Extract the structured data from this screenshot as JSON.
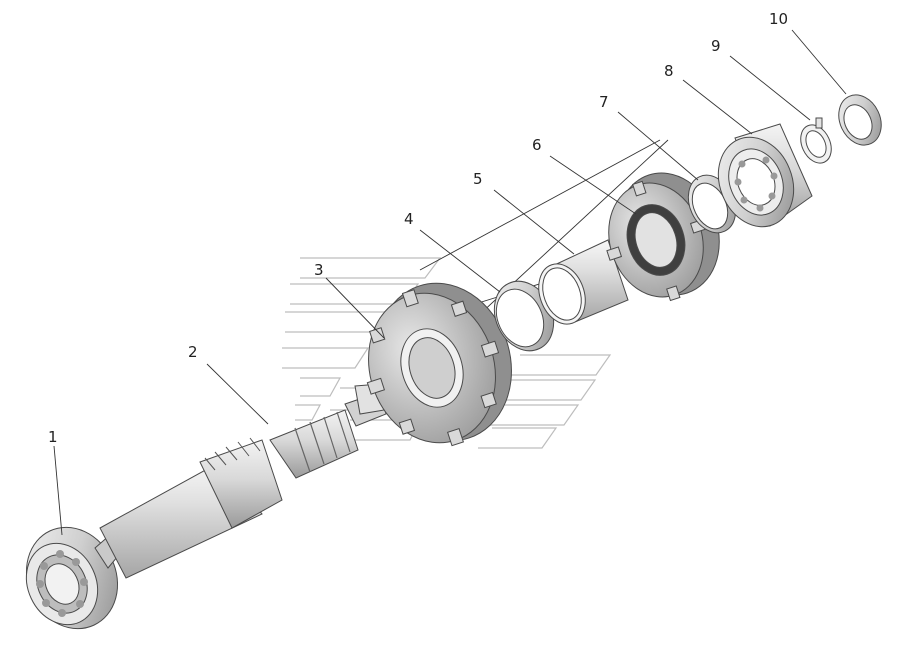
{
  "diagram": {
    "parts": [
      {
        "number": "1",
        "name": "bearing-left"
      },
      {
        "number": "2",
        "name": "splined-shaft"
      },
      {
        "number": "3",
        "name": "large-gear"
      },
      {
        "number": "4",
        "name": "spacer-ring"
      },
      {
        "number": "5",
        "name": "sleeve"
      },
      {
        "number": "6",
        "name": "small-gear"
      },
      {
        "number": "7",
        "name": "thin-ring"
      },
      {
        "number": "8",
        "name": "bearing-right"
      },
      {
        "number": "9",
        "name": "tab-washer"
      },
      {
        "number": "10",
        "name": "round-nut"
      }
    ]
  }
}
